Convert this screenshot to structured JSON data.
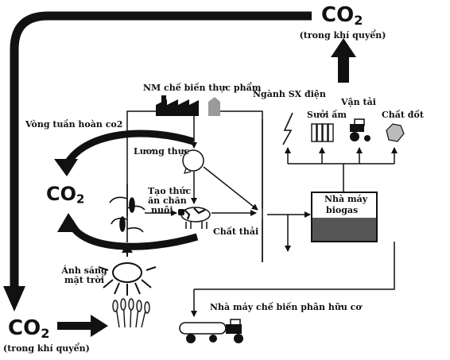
{
  "co2": {
    "main": "CO",
    "sub": "2"
  },
  "labels": {
    "top_right_note": "(trong khí quyển)",
    "bottom_left_note": "(trong khí quyển)",
    "cycle": "Vòng tuần hoàn co2",
    "food_factory": "NM chế biến thực phẩm",
    "power": "Ngành SX điện",
    "heating": "Sưởi ấm",
    "transport": "Vận tải",
    "fuel": "Chất đốt",
    "food": "Lương thực",
    "feed_line1": "Tạo thức",
    "feed_line2": "ăn chăn",
    "feed_line3": "nuôi",
    "biogas_line1": "Nhà máy",
    "biogas_line2": "biogas",
    "waste": "Chất thải",
    "sunlight_line1": "Ánh sáng",
    "sunlight_line2": "mặt trời",
    "fertilizer_plant": "Nhà máy chế biến phân hữu cơ"
  },
  "colors": {
    "ink": "#111111",
    "biogas_fill": "#555555",
    "factory_gray": "#9a9a9a"
  }
}
